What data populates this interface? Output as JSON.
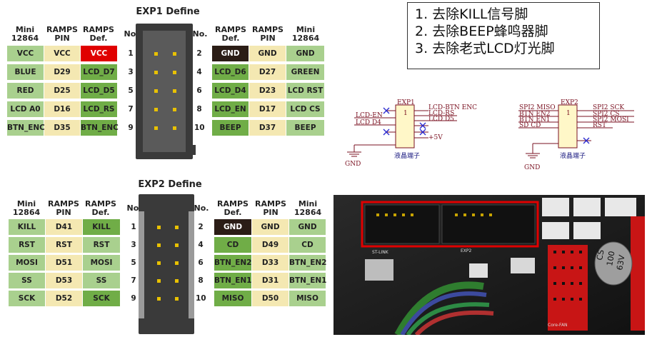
{
  "exp1": {
    "title": "EXP1 Define",
    "headers": {
      "mini": "Mini\n12864",
      "ramps_pin": "RAMPS\nPIN",
      "ramps_def": "RAMPS\nDef.",
      "no": "No."
    },
    "left": [
      {
        "mini": "VCC",
        "pin": "VCC",
        "def": "VCC",
        "no": "1"
      },
      {
        "mini": "BLUE",
        "pin": "D29",
        "def": "LCD_D7",
        "no": "3"
      },
      {
        "mini": "RED",
        "pin": "D25",
        "def": "LCD_D5",
        "no": "5"
      },
      {
        "mini": "LCD A0",
        "pin": "D16",
        "def": "LCD_RS",
        "no": "7"
      },
      {
        "mini": "BTN_ENC",
        "pin": "D35",
        "def": "BTN_ENC",
        "no": "9"
      }
    ],
    "right": [
      {
        "no": "2",
        "def": "GND",
        "pin": "GND",
        "mini": "GND"
      },
      {
        "no": "4",
        "def": "LCD_D6",
        "pin": "D27",
        "mini": "GREEN"
      },
      {
        "no": "6",
        "def": "LCD_D4",
        "pin": "D23",
        "mini": "LCD RST"
      },
      {
        "no": "8",
        "def": "LCD_EN",
        "pin": "D17",
        "mini": "LCD CS"
      },
      {
        "no": "10",
        "def": "BEEP",
        "pin": "D37",
        "mini": "BEEP"
      }
    ]
  },
  "exp2": {
    "title": "EXP2 Define",
    "headers": {
      "mini": "Mini\n12864",
      "ramps_pin": "RAMPS\nPIN",
      "ramps_def": "RAMPS\nDef.",
      "no": "No."
    },
    "left": [
      {
        "mini": "KILL",
        "pin": "D41",
        "def": "KILL",
        "no": "1"
      },
      {
        "mini": "RST",
        "pin": "RST",
        "def": "RST",
        "no": "3"
      },
      {
        "mini": "MOSI",
        "pin": "D51",
        "def": "MOSI",
        "no": "5"
      },
      {
        "mini": "SS",
        "pin": "D53",
        "def": "SS",
        "no": "7"
      },
      {
        "mini": "SCK",
        "pin": "D52",
        "def": "SCK",
        "no": "9"
      }
    ],
    "right": [
      {
        "no": "2",
        "def": "GND",
        "pin": "GND",
        "mini": "GND"
      },
      {
        "no": "4",
        "def": "CD",
        "pin": "D49",
        "mini": "CD"
      },
      {
        "no": "6",
        "def": "BTN_EN2",
        "pin": "D33",
        "mini": "BTN_EN2"
      },
      {
        "no": "8",
        "def": "BTN_EN1",
        "pin": "D31",
        "mini": "BTN_EN1"
      },
      {
        "no": "10",
        "def": "MISO",
        "pin": "D50",
        "mini": "MISO"
      }
    ]
  },
  "notes": [
    "1.  去除KILL信号脚",
    "2.  去除BEEP蜂鸣器脚",
    "3.  去除老式LCD灯光脚"
  ],
  "schematic1": {
    "ref": "EXP1",
    "pin1": "1",
    "left_labels": [
      "LCD-EN",
      "LCD D4"
    ],
    "right_labels": [
      "LCD-BTN ENC",
      "LCD-RS",
      "LCD D5",
      "+5V"
    ],
    "caption": "液晶端子",
    "gnd": "GND"
  },
  "schematic2": {
    "ref": "EXP2",
    "pin1": "1",
    "left_labels": [
      "SPI2 MISO",
      "BTN EN2",
      "BTN EN1",
      "SD CD"
    ],
    "right_labels": [
      "SPI2 SCK",
      "SPI2 CS",
      "SPI2 MOSI",
      "RST"
    ],
    "caption": "液晶端子",
    "gnd": "GND"
  },
  "photo": {
    "labels": [
      "ST-LINK",
      "EXP2",
      "Core-FAN"
    ],
    "capacitor": [
      "CS",
      "100",
      "63V"
    ]
  },
  "colors": {
    "green": "#a9d08e",
    "dark_green": "#70ad47",
    "yellow": "#f4e8b2",
    "red": "#e00000",
    "black": "#2b1d16",
    "schematic": "#7a1020"
  }
}
